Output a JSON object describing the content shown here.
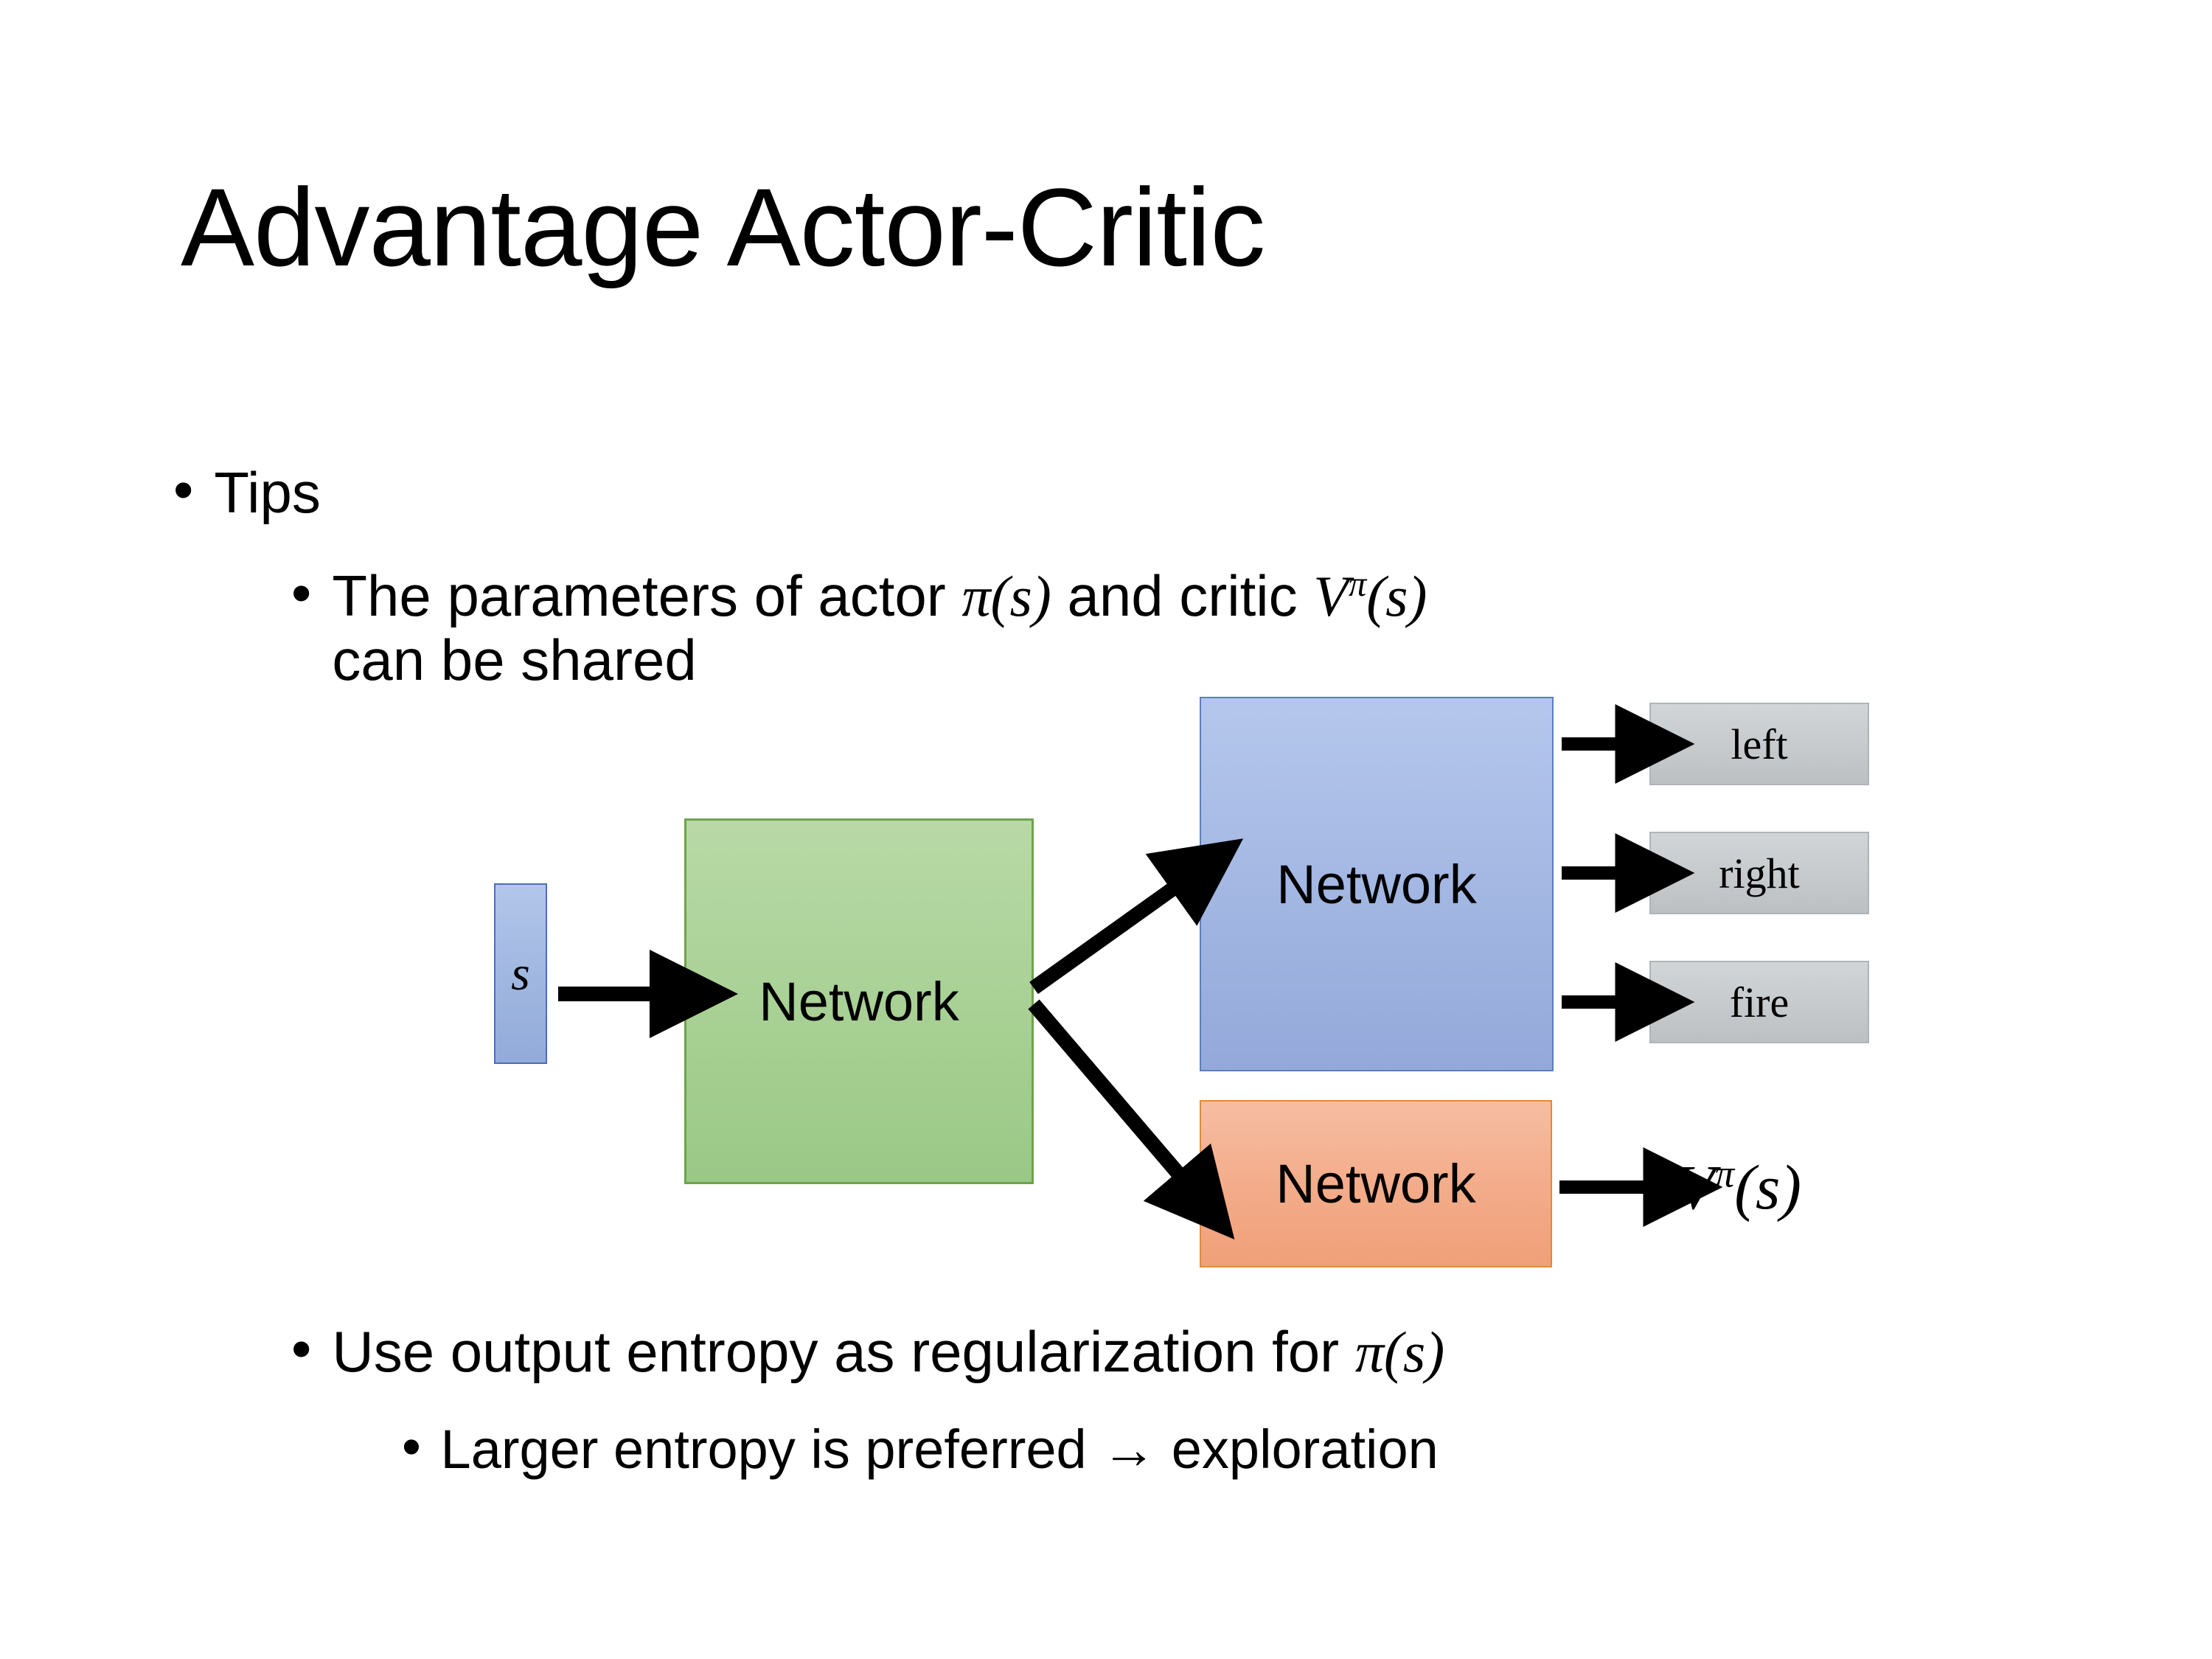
{
  "slide": {
    "title": "Advantage Actor-Critic",
    "background_color": "#ffffff",
    "text_color": "#000000"
  },
  "bullets": {
    "level1_tips": {
      "marker": "•",
      "text": "Tips"
    },
    "level2_shared": {
      "marker": "•",
      "text_part1": "The parameters of actor ",
      "math_pi_s": "π(s)",
      "text_part2": "  and critic ",
      "math_v": "V",
      "math_v_sup": "π",
      "math_v_arg": "(s)",
      "text_line2": "can be shared",
      "full_text": "The parameters of actor π(s)  and critic Vπ(s) can be shared"
    },
    "level2_entropy": {
      "marker": "•",
      "text_part1": "Use output entropy as regularization for ",
      "math_pi_s": "π(s)",
      "full_text": "Use output entropy as regularization for π(s)"
    },
    "level3_larger": {
      "marker": "•",
      "text": "Larger entropy is preferred → exploration"
    }
  },
  "diagram": {
    "state_box": {
      "label": "s",
      "fill_color": "#9fb6e0",
      "border_color": "#4a6fb5"
    },
    "shared_network": {
      "label": "Network",
      "fill_color": "#a8d094",
      "border_color": "#6fa34c"
    },
    "actor_network": {
      "label": "Network",
      "fill_color": "#a2b6e2",
      "border_color": "#5b7fc0"
    },
    "critic_network": {
      "label": "Network",
      "fill_color": "#f3ab89",
      "border_color": "#e08a3c"
    },
    "action_outputs": [
      {
        "label": "left",
        "fill_color": "#c6cacc"
      },
      {
        "label": "right",
        "fill_color": "#c6cacc"
      },
      {
        "label": "fire",
        "fill_color": "#c6cacc"
      }
    ],
    "value_output": {
      "symbol": "V",
      "superscript": "π",
      "argument": "(s)",
      "full": "Vπ(s)"
    },
    "arrow_color": "#000000"
  }
}
